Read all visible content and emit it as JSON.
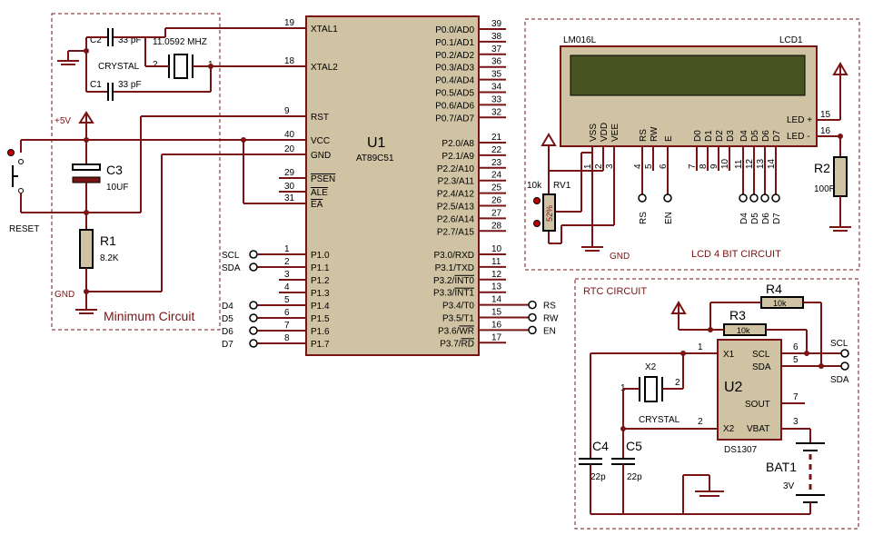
{
  "min_circuit": {
    "title": "Minimum Circuit",
    "c2": "C2",
    "c2_value": "33 pF",
    "c1": "C1",
    "c1_value": "33 pF",
    "crystal_label": "CRYSTAL",
    "crystal_freq": "11.0592 MHZ",
    "crystal_pin1": "1",
    "crystal_pin2": "2",
    "vcc_label": "+5V",
    "c3": "C3",
    "c3_value": "10UF",
    "reset": "RESET",
    "r1": "R1",
    "r1_value": "8.2K",
    "gnd": "GND"
  },
  "u1": {
    "ref": "U1",
    "part": "AT89C51",
    "left_pins": [
      {
        "num": "19",
        "name": "XTAL1"
      },
      {
        "num": "18",
        "name": "XTAL2"
      },
      {
        "num": "9",
        "name": "RST"
      },
      {
        "num": "40",
        "name": "VCC"
      },
      {
        "num": "20",
        "name": "GND"
      },
      {
        "num": "29",
        "name": "PSEN"
      },
      {
        "num": "30",
        "name": "ALE"
      },
      {
        "num": "31",
        "name": "EA"
      },
      {
        "num": "1",
        "name": "P1.0"
      },
      {
        "num": "2",
        "name": "P1.1"
      },
      {
        "num": "3",
        "name": "P1.2"
      },
      {
        "num": "4",
        "name": "P1.3"
      },
      {
        "num": "5",
        "name": "P1.4"
      },
      {
        "num": "6",
        "name": "P1.5"
      },
      {
        "num": "7",
        "name": "P1.6"
      },
      {
        "num": "8",
        "name": "P1.7"
      }
    ],
    "right_pins": [
      {
        "num": "39",
        "name": "P0.0/AD0"
      },
      {
        "num": "38",
        "name": "P0.1/AD1"
      },
      {
        "num": "37",
        "name": "P0.2/AD2"
      },
      {
        "num": "36",
        "name": "P0.3/AD3"
      },
      {
        "num": "35",
        "name": "P0.4/AD4"
      },
      {
        "num": "34",
        "name": "P0.5/AD5"
      },
      {
        "num": "33",
        "name": "P0.6/AD6"
      },
      {
        "num": "32",
        "name": "P0.7/AD7"
      },
      {
        "num": "21",
        "name": "P2.0/A8"
      },
      {
        "num": "22",
        "name": "P2.1/A9"
      },
      {
        "num": "23",
        "name": "P2.2/A10"
      },
      {
        "num": "24",
        "name": "P2.3/A11"
      },
      {
        "num": "25",
        "name": "P2.4/A12"
      },
      {
        "num": "26",
        "name": "P2.5/A13"
      },
      {
        "num": "27",
        "name": "P2.6/A14"
      },
      {
        "num": "28",
        "name": "P2.7/A15"
      },
      {
        "num": "10",
        "name": "P3.0/RXD"
      },
      {
        "num": "11",
        "name": "P3.1/TXD"
      },
      {
        "num": "12",
        "name": "P3.2/INT0"
      },
      {
        "num": "13",
        "name": "P3.3/INT1"
      },
      {
        "num": "14",
        "name": "P3.4/T0"
      },
      {
        "num": "15",
        "name": "P3.5/T1"
      },
      {
        "num": "16",
        "name": "P3.6/WR"
      },
      {
        "num": "17",
        "name": "P3.7/RD"
      }
    ],
    "left_net_labels": [
      "SCL",
      "SDA",
      "",
      "",
      "D4",
      "D5",
      "D6",
      "D7"
    ],
    "right_net_labels": [
      "",
      "",
      "",
      "",
      "RS",
      "RW",
      "EN",
      ""
    ]
  },
  "lcd": {
    "title": "LCD 4 BIT  CIRCUIT",
    "part": "LM016L",
    "ref": "LCD1",
    "pins": [
      {
        "name": "VSS",
        "num": "1"
      },
      {
        "name": "VDD",
        "num": "2"
      },
      {
        "name": "VEE",
        "num": "3"
      },
      {
        "name": "RS",
        "num": "4"
      },
      {
        "name": "RW",
        "num": "5"
      },
      {
        "name": "E",
        "num": "6"
      },
      {
        "name": "D0",
        "num": "7"
      },
      {
        "name": "D1",
        "num": "8"
      },
      {
        "name": "D2",
        "num": "9"
      },
      {
        "name": "D3",
        "num": "10"
      },
      {
        "name": "D4",
        "num": "11"
      },
      {
        "name": "D5",
        "num": "12"
      },
      {
        "name": "D6",
        "num": "13"
      },
      {
        "name": "D7",
        "num": "14"
      }
    ],
    "led_plus": "LED +",
    "led_plus_num": "15",
    "led_minus": "LED -",
    "led_minus_num": "16",
    "rv1": "RV1",
    "rv1_value": "10k",
    "rv1_percent": "52%",
    "r2": "R2",
    "r2_value": "100R",
    "gnd": "GND",
    "net_rs": "RS",
    "net_en": "EN",
    "net_d": [
      "D4",
      "D5",
      "D6",
      "D7"
    ]
  },
  "rtc": {
    "title": "RTC  CIRCUIT",
    "u2": "U2",
    "u2_part": "DS1307",
    "u2_pins": {
      "x1": "X1",
      "x2": "X2",
      "scl": "SCL",
      "sda": "SDA",
      "sout": "SOUT",
      "vbat": "VBAT",
      "n1": "1",
      "n2": "2",
      "n6": "6",
      "n5": "5",
      "n7": "7",
      "n3": "3"
    },
    "r4": "R4",
    "r4_value": "10k",
    "r3": "R3",
    "r3_value": "10k",
    "x2": "X2",
    "x2_label": "CRYSTAL",
    "x2_p1": "1",
    "x2_p2": "2",
    "c4": "C4",
    "c4_value": "22p",
    "c5": "C5",
    "c5_value": "22p",
    "bat": "BAT1",
    "bat_value": "3V",
    "scl": "SCL",
    "sda": "SDA"
  }
}
